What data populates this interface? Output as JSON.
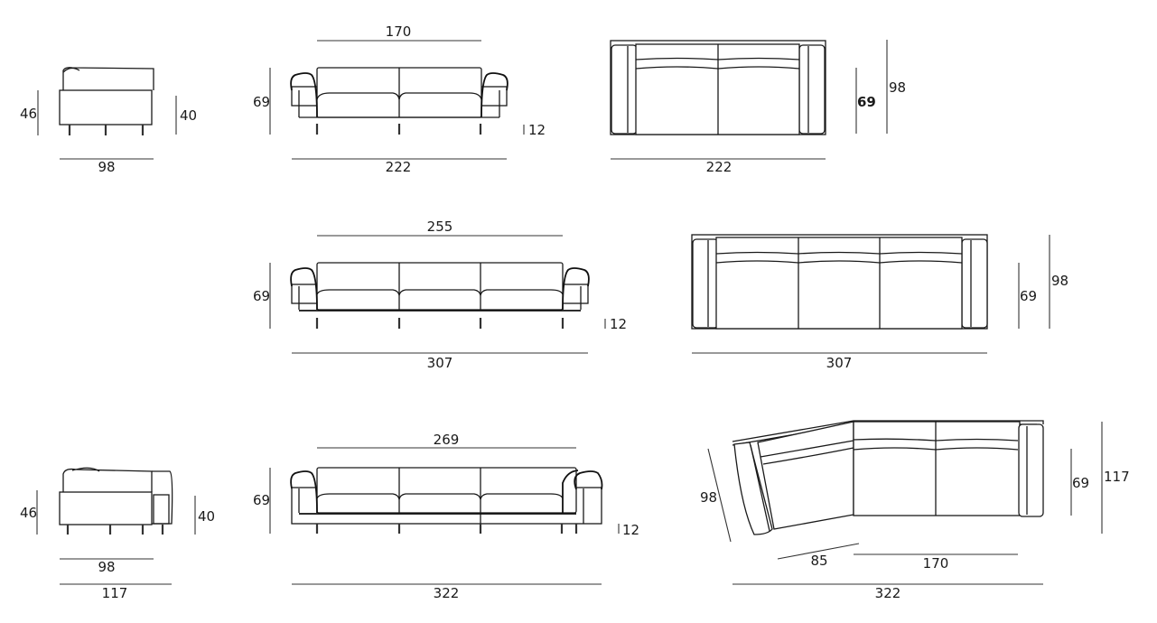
{
  "drawing": {
    "rows": [
      {
        "name": "two-seat-sofa",
        "side_view": {
          "seat_height": "46",
          "arm_height": "40",
          "depth": "98"
        },
        "front_view": {
          "inner_width": "170",
          "height": "69",
          "leg_height": "12",
          "total_width": "222"
        },
        "top_view": {
          "total_width": "222",
          "seat_depth": "69",
          "total_depth": "98"
        }
      },
      {
        "name": "three-seat-sofa",
        "front_view": {
          "inner_width": "255",
          "height": "69",
          "leg_height": "12",
          "total_width": "307"
        },
        "top_view": {
          "total_width": "307",
          "seat_depth": "69",
          "total_depth": "98"
        }
      },
      {
        "name": "corner-sofa",
        "side_view": {
          "seat_height": "46",
          "arm_height": "40",
          "depth": "98",
          "total_depth": "117"
        },
        "front_view": {
          "inner_width": "269",
          "height": "69",
          "leg_height": "12",
          "total_width": "322"
        },
        "top_view": {
          "angled_depth": "98",
          "angled_width": "85",
          "straight_width": "170",
          "seat_depth": "69",
          "total_depth": "117",
          "total_width": "322"
        }
      }
    ],
    "colors": {
      "line": "#1a1a1a",
      "background": "#ffffff"
    }
  }
}
